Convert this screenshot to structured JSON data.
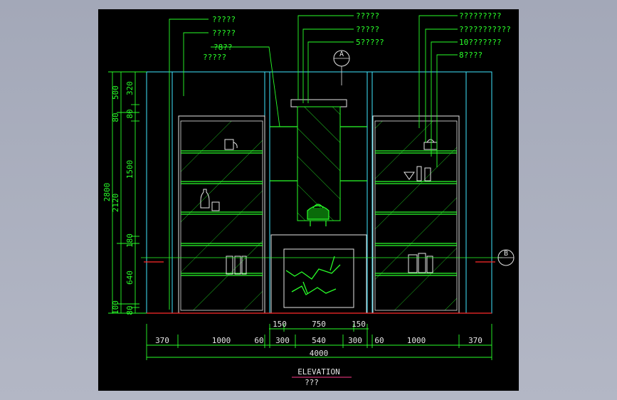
{
  "drawing": {
    "title": "ELEVATION",
    "subtitle": "???",
    "section_markers": [
      "A",
      "B"
    ],
    "callouts_left": [
      "?????",
      "?????",
      "?8??",
      "?????"
    ],
    "callouts_center": [
      "?????",
      "?????",
      "5?????"
    ],
    "callouts_right": [
      "?????????",
      "???????????",
      "10???????",
      "8????"
    ],
    "vertical_dimensions": {
      "total": "2800",
      "upper": [
        "500",
        "320",
        "80",
        "80"
      ],
      "middle": [
        "1500",
        "2120",
        "180"
      ],
      "lower": [
        "640",
        "100",
        "80"
      ]
    },
    "horizontal_dimensions": {
      "top_row": [
        "150",
        "750",
        "150"
      ],
      "middle_row": [
        "370",
        "1000",
        "60",
        "300",
        "540",
        "300",
        "60",
        "1000",
        "370"
      ],
      "total": "4000"
    }
  }
}
